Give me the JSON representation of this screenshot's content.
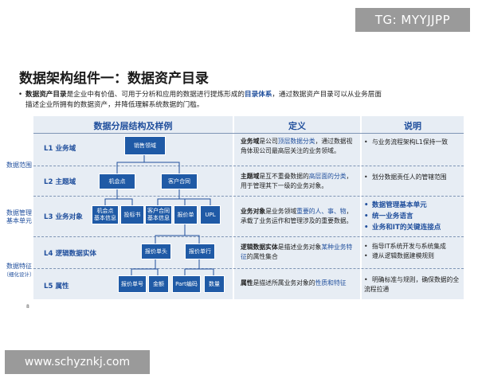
{
  "watermark_top": "TG: MYYJJPP",
  "watermark_bottom": "www.schyznkj.com",
  "title": "数据架构组件一：数据资产目录",
  "intro": {
    "part1": "数据资产目录",
    "part2": "是企业中有价值、可用于分析和应用的数据进行提炼形成的",
    "part3": "目录体系",
    "part4": "，通过数据资产目录可以从业务层面",
    "line2": "描述企业所拥有的数据资产，并降低理解系统数据的门槛。"
  },
  "headers": {
    "structure": "数据分层结构及样例",
    "definition": "定义",
    "explanation": "说明"
  },
  "side_labels": {
    "scope": "数据范围",
    "mgmt_line1": "数据管理",
    "mgmt_line2": "基本单元",
    "feature_line1": "数据特征",
    "feature_line2": "（细化设计）"
  },
  "levels": [
    {
      "label": "L1 业务域"
    },
    {
      "label": "L2 主题域"
    },
    {
      "label": "L3 业务对象"
    },
    {
      "label": "L4 逻辑数据实体"
    },
    {
      "label": "L5 属性"
    }
  ],
  "nodes": {
    "sales": "销售领域",
    "opportunity": "机会点",
    "customer_contract": "客户合同",
    "opp_info_1": "机会点",
    "opp_info_2": "基本信息",
    "tender": "投标书",
    "contract_info_1": "客户合同",
    "contract_info_2": "基本信息",
    "quote": "报价单",
    "upl": "UPL",
    "quote_header": "报价单头",
    "quote_line": "报价单行",
    "quote_no": "报价单号",
    "amount": "金额",
    "part_no": "Part编码",
    "qty": "数量"
  },
  "definitions": [
    {
      "b": "业务域",
      "t1": "是公司",
      "hl": "顶层数据分类",
      "t2": "，通过数据视角体现公司最高层关注的业务领域。"
    },
    {
      "b": "主题域",
      "t1": "是互不重叠数据的",
      "hl": "高层面的分类",
      "t2": "，用于管理其下一级的业务对象。"
    },
    {
      "b": "业务对象",
      "t1": "是业务领域",
      "hl": "重要的人、事、物",
      "t2": "，承载了业务运作和管理涉及的重要数据。"
    },
    {
      "b": "逻辑数据实体",
      "t1": "是描述业务对象",
      "hl": "某种业务特征",
      "t2": "的属性集合"
    },
    {
      "b": "属性",
      "t1": "是描述所属业务对象的",
      "hl": "性质和特征",
      "t2": ""
    }
  ],
  "explanations": {
    "l1": "与业务流程架构L1保持一致",
    "l2": "划分数据责任人的管辖范围",
    "l3": [
      "数据管理基本单元",
      "统一业务语言",
      "业务和IT的关键连接点"
    ],
    "l4": [
      "指导IT系统开发与系统集成",
      "遵从逻辑数据建模规则"
    ],
    "l5": "明确标准与规则，确保数据的全流程拉通"
  },
  "page_number": "8",
  "colors": {
    "accent": "#1f4e9c",
    "node": "#1f5aa6",
    "panel": "#e7edf4",
    "watermark": "#9a9a9a"
  }
}
